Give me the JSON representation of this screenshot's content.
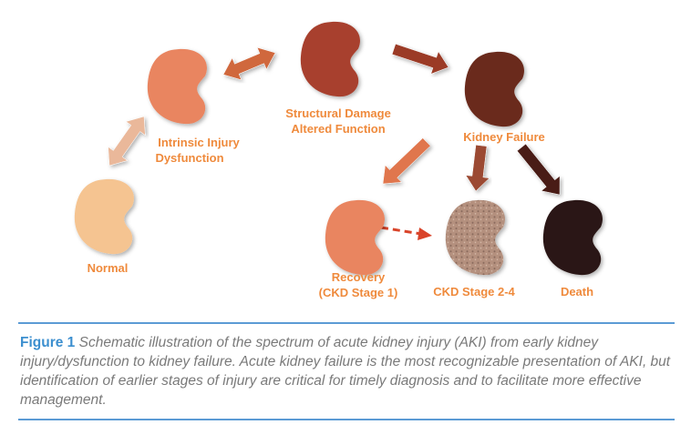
{
  "stages": {
    "normal": {
      "label": "Normal",
      "color": "#f5c491"
    },
    "intrinsic": {
      "label1": "Intrinsic  Injury",
      "label2": "Dysfunction",
      "color": "#e98560"
    },
    "structural": {
      "label1": "Structural Damage",
      "label2": "Altered Function",
      "color": "#a8402f"
    },
    "failure": {
      "label": "Kidney  Failure",
      "color": "#6a2a1c"
    },
    "recovery": {
      "label1": "Recovery",
      "label2": "(CKD Stage 1)",
      "color": "#e98560"
    },
    "ckd": {
      "label": "CKD Stage 2-4",
      "color": "#b08a78"
    },
    "death": {
      "label": "Death",
      "color": "#2a1714"
    }
  },
  "caption": {
    "figure_label": "Figure 1",
    "text": "Schematic illustration of the spectrum of acute kidney injury (AKI) from early kidney injury/dysfunction to kidney failure.  Acute kidney failure is the most recognizable presentation of AKI, but identification of earlier stages of injury are critical for timely diagnosis and to facilitate more effective management."
  },
  "colors": {
    "label": "#ef8a3c",
    "rule": "#5b9bd5",
    "figure_label": "#3c8fcf"
  }
}
